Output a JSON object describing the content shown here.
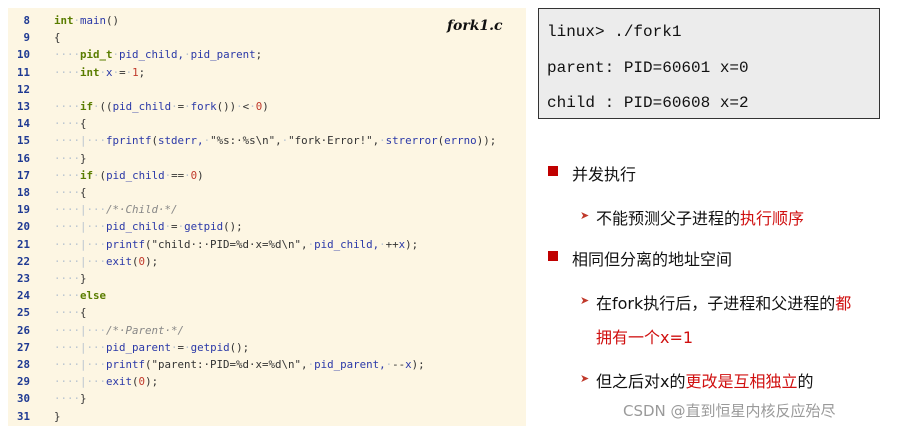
{
  "code": {
    "file_title": "fork1.c",
    "lines": [
      {
        "n": "8",
        "ind": "",
        "parts": [
          [
            "kw",
            "int"
          ],
          [
            "dot",
            "·"
          ],
          [
            "id",
            "main"
          ],
          [
            "",
            "()"
          ]
        ]
      },
      {
        "n": "9",
        "ind": "",
        "parts": [
          [
            "",
            "{"
          ]
        ]
      },
      {
        "n": "10",
        "ind": "····",
        "parts": [
          [
            "kw",
            "pid_t"
          ],
          [
            "dot",
            "·"
          ],
          [
            "id",
            "pid_child,"
          ],
          [
            "dot",
            "·"
          ],
          [
            "id",
            "pid_parent"
          ],
          [
            "",
            ";"
          ]
        ]
      },
      {
        "n": "11",
        "ind": "····",
        "parts": [
          [
            "kw",
            "int"
          ],
          [
            "dot",
            "·"
          ],
          [
            "id",
            "x"
          ],
          [
            "dot",
            "·"
          ],
          [
            "",
            "="
          ],
          [
            "dot",
            "·"
          ],
          [
            "num",
            "1"
          ],
          [
            "",
            ";"
          ]
        ]
      },
      {
        "n": "12",
        "ind": "",
        "parts": []
      },
      {
        "n": "13",
        "ind": "····",
        "parts": [
          [
            "kw",
            "if"
          ],
          [
            "dot",
            "·"
          ],
          [
            "",
            "(("
          ],
          [
            "id",
            "pid_child"
          ],
          [
            "dot",
            "·"
          ],
          [
            "",
            "="
          ],
          [
            "dot",
            "·"
          ],
          [
            "id",
            "fork"
          ],
          [
            "",
            "())"
          ],
          [
            "dot",
            "·"
          ],
          [
            "",
            "<"
          ],
          [
            "dot",
            "·"
          ],
          [
            "num",
            "0"
          ],
          [
            "",
            ")"
          ]
        ]
      },
      {
        "n": "14",
        "ind": "····",
        "parts": [
          [
            "",
            "{"
          ]
        ]
      },
      {
        "n": "15",
        "ind": "····|···",
        "parts": [
          [
            "id",
            "fprintf"
          ],
          [
            "",
            "("
          ],
          [
            "id",
            "stderr,"
          ],
          [
            "dot",
            "·"
          ],
          [
            "str",
            "\"%s:·%s\\n\","
          ],
          [
            "dot",
            "·"
          ],
          [
            "str",
            "\"fork·Error!\","
          ],
          [
            "dot",
            "·"
          ],
          [
            "id",
            "strerror"
          ],
          [
            "",
            "("
          ],
          [
            "id",
            "errno"
          ],
          [
            "",
            "));"
          ]
        ]
      },
      {
        "n": "16",
        "ind": "····",
        "parts": [
          [
            "",
            "}"
          ]
        ]
      },
      {
        "n": "17",
        "ind": "····",
        "parts": [
          [
            "kw",
            "if"
          ],
          [
            "dot",
            "·"
          ],
          [
            "",
            "("
          ],
          [
            "id",
            "pid_child"
          ],
          [
            "dot",
            "·"
          ],
          [
            "",
            "=="
          ],
          [
            "dot",
            "·"
          ],
          [
            "num",
            "0"
          ],
          [
            "",
            ")"
          ]
        ]
      },
      {
        "n": "18",
        "ind": "····",
        "parts": [
          [
            "",
            "{"
          ]
        ]
      },
      {
        "n": "19",
        "ind": "····|···",
        "parts": [
          [
            "cm",
            "/*·Child·*/"
          ]
        ]
      },
      {
        "n": "20",
        "ind": "····|···",
        "parts": [
          [
            "id",
            "pid_child"
          ],
          [
            "dot",
            "·"
          ],
          [
            "",
            "="
          ],
          [
            "dot",
            "·"
          ],
          [
            "id",
            "getpid"
          ],
          [
            "",
            "();"
          ]
        ]
      },
      {
        "n": "21",
        "ind": "····|···",
        "parts": [
          [
            "id",
            "printf"
          ],
          [
            "",
            "("
          ],
          [
            "str",
            "\"child·:·PID=%d·x=%d\\n\","
          ],
          [
            "dot",
            "·"
          ],
          [
            "id",
            "pid_child,"
          ],
          [
            "dot",
            "·"
          ],
          [
            "",
            "++"
          ],
          [
            "id",
            "x"
          ],
          [
            "",
            ");"
          ]
        ]
      },
      {
        "n": "22",
        "ind": "····|···",
        "parts": [
          [
            "id",
            "exit"
          ],
          [
            "",
            "("
          ],
          [
            "num",
            "0"
          ],
          [
            "",
            ");"
          ]
        ]
      },
      {
        "n": "23",
        "ind": "····",
        "parts": [
          [
            "",
            "}"
          ]
        ]
      },
      {
        "n": "24",
        "ind": "····",
        "parts": [
          [
            "kw",
            "else"
          ]
        ]
      },
      {
        "n": "25",
        "ind": "····",
        "parts": [
          [
            "",
            "{"
          ]
        ]
      },
      {
        "n": "26",
        "ind": "····|···",
        "parts": [
          [
            "cm",
            "/*·Parent·*/"
          ]
        ]
      },
      {
        "n": "27",
        "ind": "····|···",
        "parts": [
          [
            "id",
            "pid_parent"
          ],
          [
            "dot",
            "·"
          ],
          [
            "",
            "="
          ],
          [
            "dot",
            "·"
          ],
          [
            "id",
            "getpid"
          ],
          [
            "",
            "();"
          ]
        ]
      },
      {
        "n": "28",
        "ind": "····|···",
        "parts": [
          [
            "id",
            "printf"
          ],
          [
            "",
            "("
          ],
          [
            "str",
            "\"parent:·PID=%d·x=%d\\n\","
          ],
          [
            "dot",
            "·"
          ],
          [
            "id",
            "pid_parent,"
          ],
          [
            "dot",
            "·"
          ],
          [
            "",
            "--"
          ],
          [
            "id",
            "x"
          ],
          [
            "",
            ");"
          ]
        ]
      },
      {
        "n": "29",
        "ind": "····|···",
        "parts": [
          [
            "id",
            "exit"
          ],
          [
            "",
            "("
          ],
          [
            "num",
            "0"
          ],
          [
            "",
            ");"
          ]
        ]
      },
      {
        "n": "30",
        "ind": "····",
        "parts": [
          [
            "",
            "}"
          ]
        ]
      },
      {
        "n": "31",
        "ind": "",
        "parts": [
          [
            "",
            "}"
          ]
        ]
      }
    ]
  },
  "terminal": {
    "line1": "linux> ./fork1",
    "line2": "parent: PID=60601 x=0",
    "line3": "child : PID=60608 x=2"
  },
  "notes": {
    "b1": "并发执行",
    "b1_sub_a": "不能预测父子进程的",
    "b1_sub_b": "执行顺序",
    "b2": "相同但分离的地址空间",
    "b2_s1_a": "在fork执行后，子进程和父进程的",
    "b2_s1_b": "都",
    "b2_s1_c": "拥有一个x=1",
    "b2_s2_a": "但之后对x的",
    "b2_s2_b": "更改是互相独立",
    "b2_s2_c": "的",
    "arrow": "➤"
  },
  "colors": {
    "code_bg": "#fdf6e3",
    "bullet": "#c00000",
    "highlight": "#d01010"
  },
  "watermark": "CSDN @直到恒星内核反应殆尽"
}
